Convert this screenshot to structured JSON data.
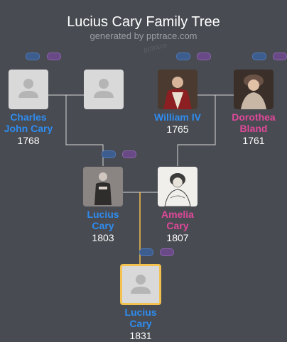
{
  "header": {
    "title": "Lucius Cary Family Tree",
    "subtitle": "generated by pptrace.com",
    "watermark": "pptrace"
  },
  "colors": {
    "background": "#484b51",
    "male": "#2f8cf0",
    "female": "#e0489b",
    "link_line": "#d7d7d7",
    "descendant_line": "#f2c14e"
  },
  "people": [
    {
      "id": "charles",
      "name_lines": [
        "Charles",
        "John Cary"
      ],
      "year": "1768",
      "gender": "male",
      "avatar": "silhouette-icon"
    },
    {
      "id": "charles_spouse",
      "name_lines": [],
      "year": "",
      "gender": "unknown",
      "avatar": "silhouette-icon"
    },
    {
      "id": "william",
      "name_lines": [
        "William IV"
      ],
      "year": "1765",
      "gender": "male",
      "avatar": "portrait-photo"
    },
    {
      "id": "dorothea",
      "name_lines": [
        "Dorothea",
        "Bland"
      ],
      "year": "1761",
      "gender": "female",
      "avatar": "portrait-photo"
    },
    {
      "id": "lucius_1803",
      "name_lines": [
        "Lucius",
        "Cary"
      ],
      "year": "1803",
      "gender": "male",
      "avatar": "portrait-photo"
    },
    {
      "id": "amelia",
      "name_lines": [
        "Amelia",
        "Cary"
      ],
      "year": "1807",
      "gender": "female",
      "avatar": "portrait-photo"
    },
    {
      "id": "lucius_1831",
      "name_lines": [
        "Lucius",
        "Cary"
      ],
      "year": "1831",
      "gender": "male",
      "avatar": "silhouette-icon",
      "selected": true
    }
  ],
  "expand_controls": {
    "icons": [
      "expand-parents-blue-icon",
      "expand-parents-purple-icon"
    ]
  }
}
